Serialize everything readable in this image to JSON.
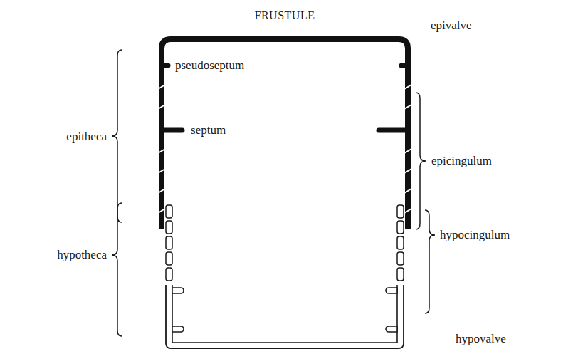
{
  "diagram": {
    "title": "FRUSTULE",
    "labels": [
      "epivalve",
      "pseudoseptum",
      "septum",
      "epitheca",
      "epicingulum",
      "hypotheca",
      "hypocingulum",
      "hypovalve"
    ]
  }
}
